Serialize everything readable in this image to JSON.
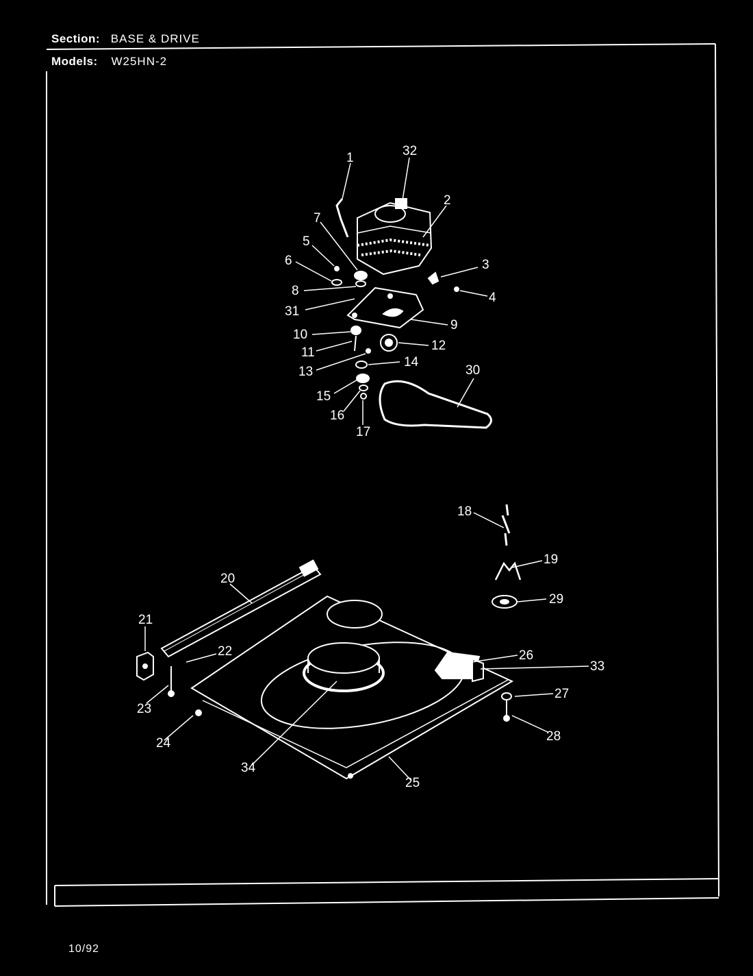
{
  "header": {
    "section_label": "Section:",
    "section_value": "BASE & DRIVE",
    "models_label": "Models:",
    "models_value": "W25HN-2"
  },
  "footer": {
    "date": "10/92"
  },
  "callouts": {
    "c1": "1",
    "c2": "2",
    "c3": "3",
    "c4": "4",
    "c5": "5",
    "c6": "6",
    "c7": "7",
    "c8": "8",
    "c9": "9",
    "c10": "10",
    "c11": "11",
    "c12": "12",
    "c13": "13",
    "c14": "14",
    "c15": "15",
    "c16": "16",
    "c17": "17",
    "c18": "18",
    "c19": "19",
    "c20": "20",
    "c21": "21",
    "c22": "22",
    "c23": "23",
    "c24": "24",
    "c25": "25",
    "c26": "26",
    "c27": "27",
    "c28": "28",
    "c29": "29",
    "c30": "30",
    "c31": "31",
    "c32": "32",
    "c33": "33",
    "c34": "34"
  }
}
